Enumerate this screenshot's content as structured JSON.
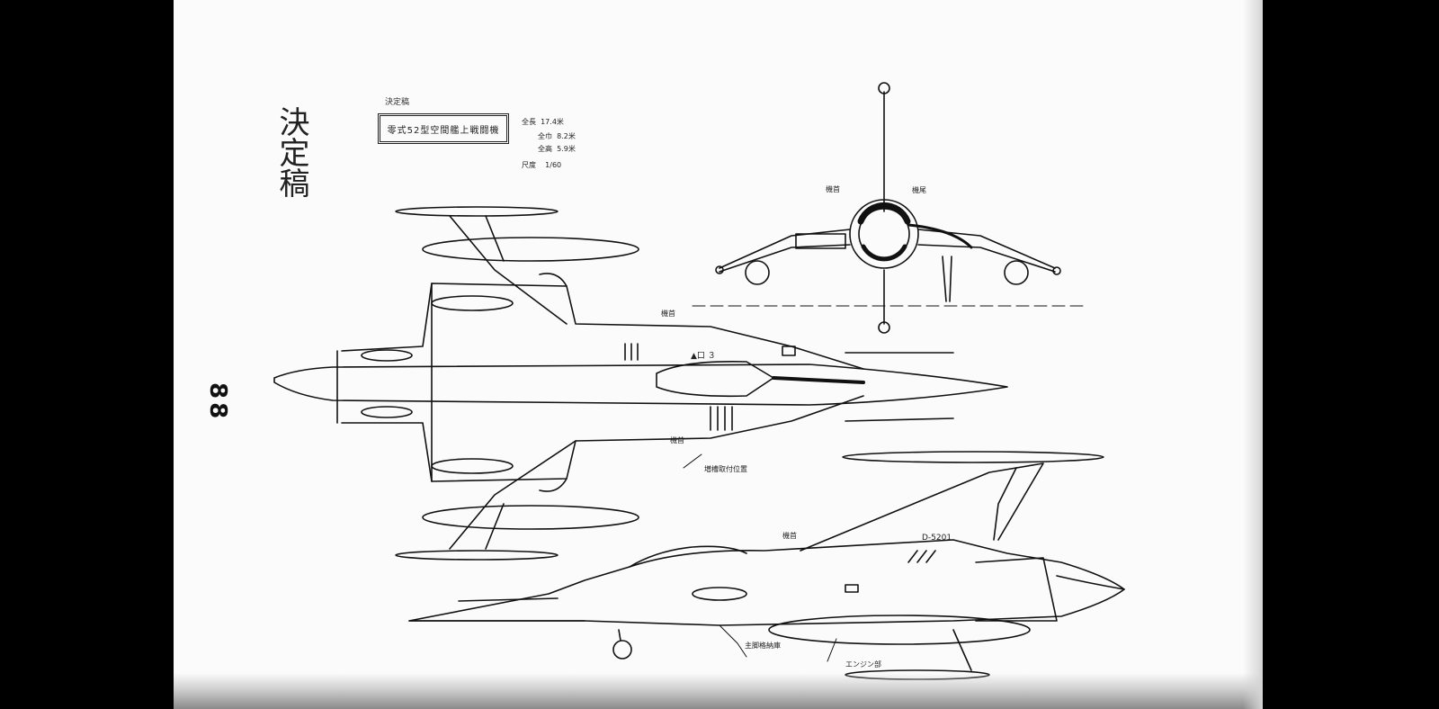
{
  "page_number": "88",
  "title_vertical": "決定稿",
  "header_small": "決定稿",
  "title_box": "零式52型空間艦上戦闘機",
  "specs": [
    {
      "label": "全長",
      "value": "17.4米"
    },
    {
      "label": "全巾",
      "value": "8.2米"
    },
    {
      "label": "全高",
      "value": "5.9米"
    },
    {
      "label": "尺度",
      "value": "1/60"
    }
  ],
  "callouts": {
    "front_left": "機首",
    "front_right": "機尾",
    "top_nose": "機首",
    "top_wing": "機首",
    "under_note": "増槽取付位置",
    "side_nose": "機首",
    "side_gear": "主脚格納庫",
    "side_tail": "エンジン部"
  },
  "registration": "D-5201",
  "fuselage_marking": "▲口 ３"
}
